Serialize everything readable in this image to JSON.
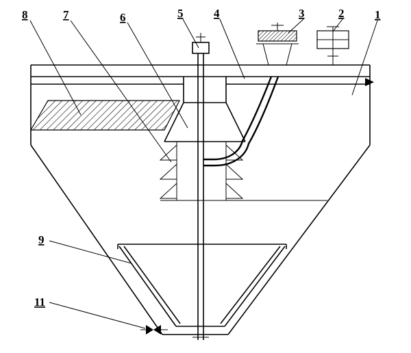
{
  "diagram": {
    "background_color": "#ffffff",
    "line_color": "#000000",
    "callouts": [
      {
        "label": "8"
      },
      {
        "label": "7"
      },
      {
        "label": "6"
      },
      {
        "label": "5"
      },
      {
        "label": "4"
      },
      {
        "label": "3"
      },
      {
        "label": "2"
      },
      {
        "label": "1"
      },
      {
        "label": "9"
      },
      {
        "label": "11"
      }
    ]
  }
}
